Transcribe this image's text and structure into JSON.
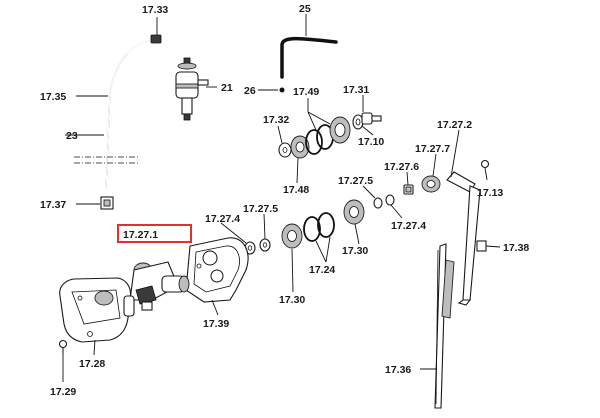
{
  "labels": {
    "p17_33": "17.33",
    "p25": "25",
    "p17_35": "17.35",
    "p21": "21",
    "p26": "26",
    "p17_49": "17.49",
    "p17_31": "17.31",
    "p23": "23",
    "p17_32": "17.32",
    "p17_10": "17.10",
    "p17_27_2": "17.27.2",
    "p17_27_7": "17.27.7",
    "p17_27_6": "17.27.6",
    "p17_13": "17.13",
    "p17_48": "17.48",
    "p17_27_5a": "17.27.5",
    "p17_37": "17.37",
    "p17_27_5b": "17.27.5",
    "p17_27_4a": "17.27.4",
    "p17_27_4b": "17.27.4",
    "p17_27_1": "17.27.1",
    "p17_30a": "17.30",
    "p17_38": "17.38",
    "p17_24": "17.24",
    "p17_30b": "17.30",
    "p17_39": "17.39",
    "p17_28": "17.28",
    "p17_36": "17.36",
    "p17_29": "17.29"
  },
  "colors": {
    "highlight": "#e0312f",
    "ink": "#1a1a1a"
  }
}
